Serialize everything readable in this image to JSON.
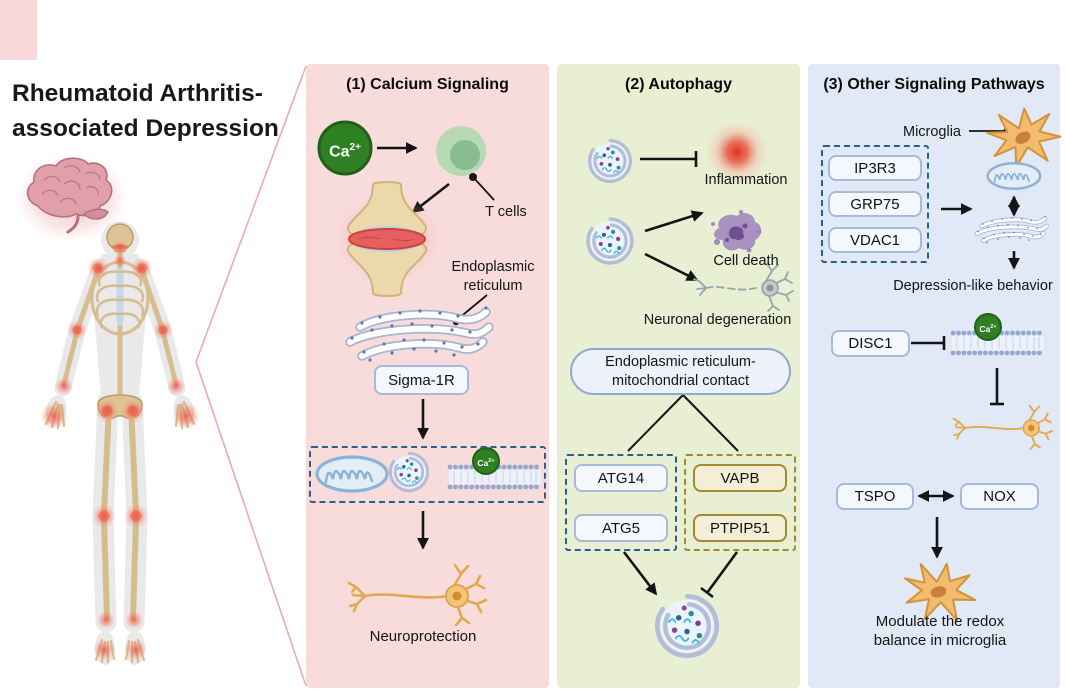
{
  "figure": {
    "left": {
      "title_line1": "Rheumatoid Arthritis-",
      "title_line2": "associated Depression"
    },
    "ca_badge": {
      "label": "Ca",
      "sup": "2+"
    },
    "panel1": {
      "title": "(1) Calcium Signaling",
      "t_cells_label": "T cells",
      "er_label_line1": "Endoplasmic",
      "er_label_line2": "reticulum",
      "sigma_1r": "Sigma-1R",
      "neuroprotection": "Neuroprotection"
    },
    "panel2": {
      "title": "(2) Autophagy",
      "inflammation": "Inflammation",
      "cell_death": "Cell death",
      "neuronal_degeneration": "Neuronal degeneration",
      "er_mito_contact_line1": "Endoplasmic reticulum-",
      "er_mito_contact_line2": "mitochondrial contact",
      "atg14": "ATG14",
      "atg5": "ATG5",
      "vapb": "VAPB",
      "ptpip51": "PTPIP51"
    },
    "panel3": {
      "title": "(3) Other Signaling Pathways",
      "microglia_label": "Microglia",
      "ip3r3": "IP3R3",
      "grp75": "GRP75",
      "vdac1": "VDAC1",
      "depression_behavior": "Depression-like behavior",
      "disc1": "DISC1",
      "tspo": "TSPO",
      "nox": "NOX",
      "redox_line1": "Modulate the redox",
      "redox_line2": "balance in microglia"
    },
    "icons": [
      "brain-icon",
      "arthritic-skeleton-icon",
      "calcium-ion-badge",
      "t-cell-icon",
      "inflamed-joint-icon",
      "endoplasmic-reticulum-icon",
      "mitochondrion-icon",
      "autophagosome-icon",
      "lipid-membrane-icon",
      "neuron-icon",
      "degenerated-neuron-icon",
      "cell-debris-icon",
      "inflammation-glow-icon",
      "microglia-icon"
    ],
    "colors": {
      "panel1_bg": "#f8dcdc",
      "panel2_bg": "#e9efd3",
      "panel3_bg": "#e2e9f6",
      "dashed_blue": "#2a6090",
      "dashed_gold": "#a3892f",
      "ca_green": "#2f8023",
      "box_border_blue": "#a6badb",
      "gold_box_bg": "#f4eed6",
      "wedge_pink": "#eeaaaa",
      "arrow_black": "#141414"
    }
  }
}
